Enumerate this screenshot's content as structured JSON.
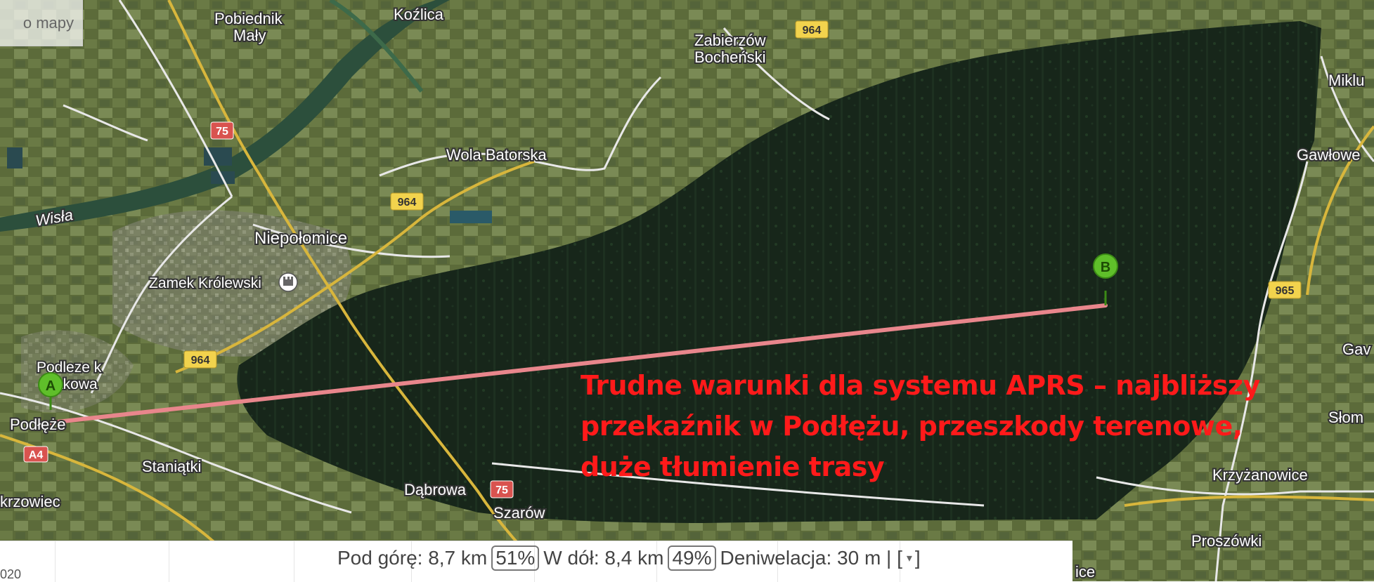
{
  "map": {
    "button_label": "o mapy",
    "places": [
      {
        "id": "pobiednik",
        "lines": [
          "Pobiednik",
          "Mały"
        ]
      },
      {
        "id": "kozlica",
        "lines": [
          "Koźlica"
        ]
      },
      {
        "id": "zabierzow",
        "lines": [
          "Zabierzów",
          "Bocheński"
        ]
      },
      {
        "id": "miklu",
        "lines": [
          "Miklu"
        ]
      },
      {
        "id": "wola-batorska",
        "lines": [
          "Wola Batorska"
        ]
      },
      {
        "id": "gawlowe",
        "lines": [
          "Gawłowe"
        ]
      },
      {
        "id": "wisla",
        "lines": [
          "Wisła"
        ]
      },
      {
        "id": "niepolomice",
        "lines": [
          "Niepołomice"
        ]
      },
      {
        "id": "zamek",
        "lines": [
          "Zamek Królewski"
        ]
      },
      {
        "id": "podleze-k",
        "lines": [
          "Podleze k",
          "akowa"
        ]
      },
      {
        "id": "podleze",
        "lines": [
          "Podłęże"
        ]
      },
      {
        "id": "staniatki",
        "lines": [
          "Staniątki"
        ]
      },
      {
        "id": "krzowiec",
        "lines": [
          "krzowiec"
        ]
      },
      {
        "id": "dabrowa",
        "lines": [
          "Dąbrowa"
        ]
      },
      {
        "id": "szarow",
        "lines": [
          "Szarów"
        ]
      },
      {
        "id": "gav",
        "lines": [
          "Gav"
        ]
      },
      {
        "id": "slom",
        "lines": [
          "Słom"
        ]
      },
      {
        "id": "krzyzanowice",
        "lines": [
          "Krzyżanowice"
        ]
      },
      {
        "id": "proszowki",
        "lines": [
          "Proszówki"
        ]
      },
      {
        "id": "ice",
        "lines": [
          "ice"
        ]
      }
    ],
    "road_shields": [
      {
        "id": "r964a",
        "label": "964",
        "color": "#f2d34d"
      },
      {
        "id": "r75a",
        "label": "75",
        "color": "#d9534f"
      },
      {
        "id": "r964b",
        "label": "964",
        "color": "#f2d34d"
      },
      {
        "id": "r964c",
        "label": "964",
        "color": "#f2d34d"
      },
      {
        "id": "r965",
        "label": "965",
        "color": "#f2d34d"
      },
      {
        "id": "r75b",
        "label": "75",
        "color": "#d9534f"
      },
      {
        "id": "a4",
        "label": "A4",
        "color": "#d9534f"
      }
    ],
    "markers": [
      {
        "id": "a",
        "label": "A",
        "color": "#5fbf2a"
      },
      {
        "id": "b",
        "label": "B",
        "color": "#5fbf2a"
      }
    ],
    "route_color": "#e8868c"
  },
  "annotation": {
    "lines": [
      "Trudne warunki dla systemu APRS – najbliższy",
      "przekaźnik w Podłężu, przeszkody terenowe,",
      "duże tłumienie trasy"
    ],
    "color": "#ff1a1a"
  },
  "stats": {
    "up_label": "Pod górę: 8,7 km",
    "up_pct": "51%",
    "down_label": "W dół: 8,4 km",
    "down_pct": "49%",
    "elevation_label": "Deniwelacja: 30 m | [",
    "dropdown_close": "]"
  },
  "left_edge_text": "020"
}
